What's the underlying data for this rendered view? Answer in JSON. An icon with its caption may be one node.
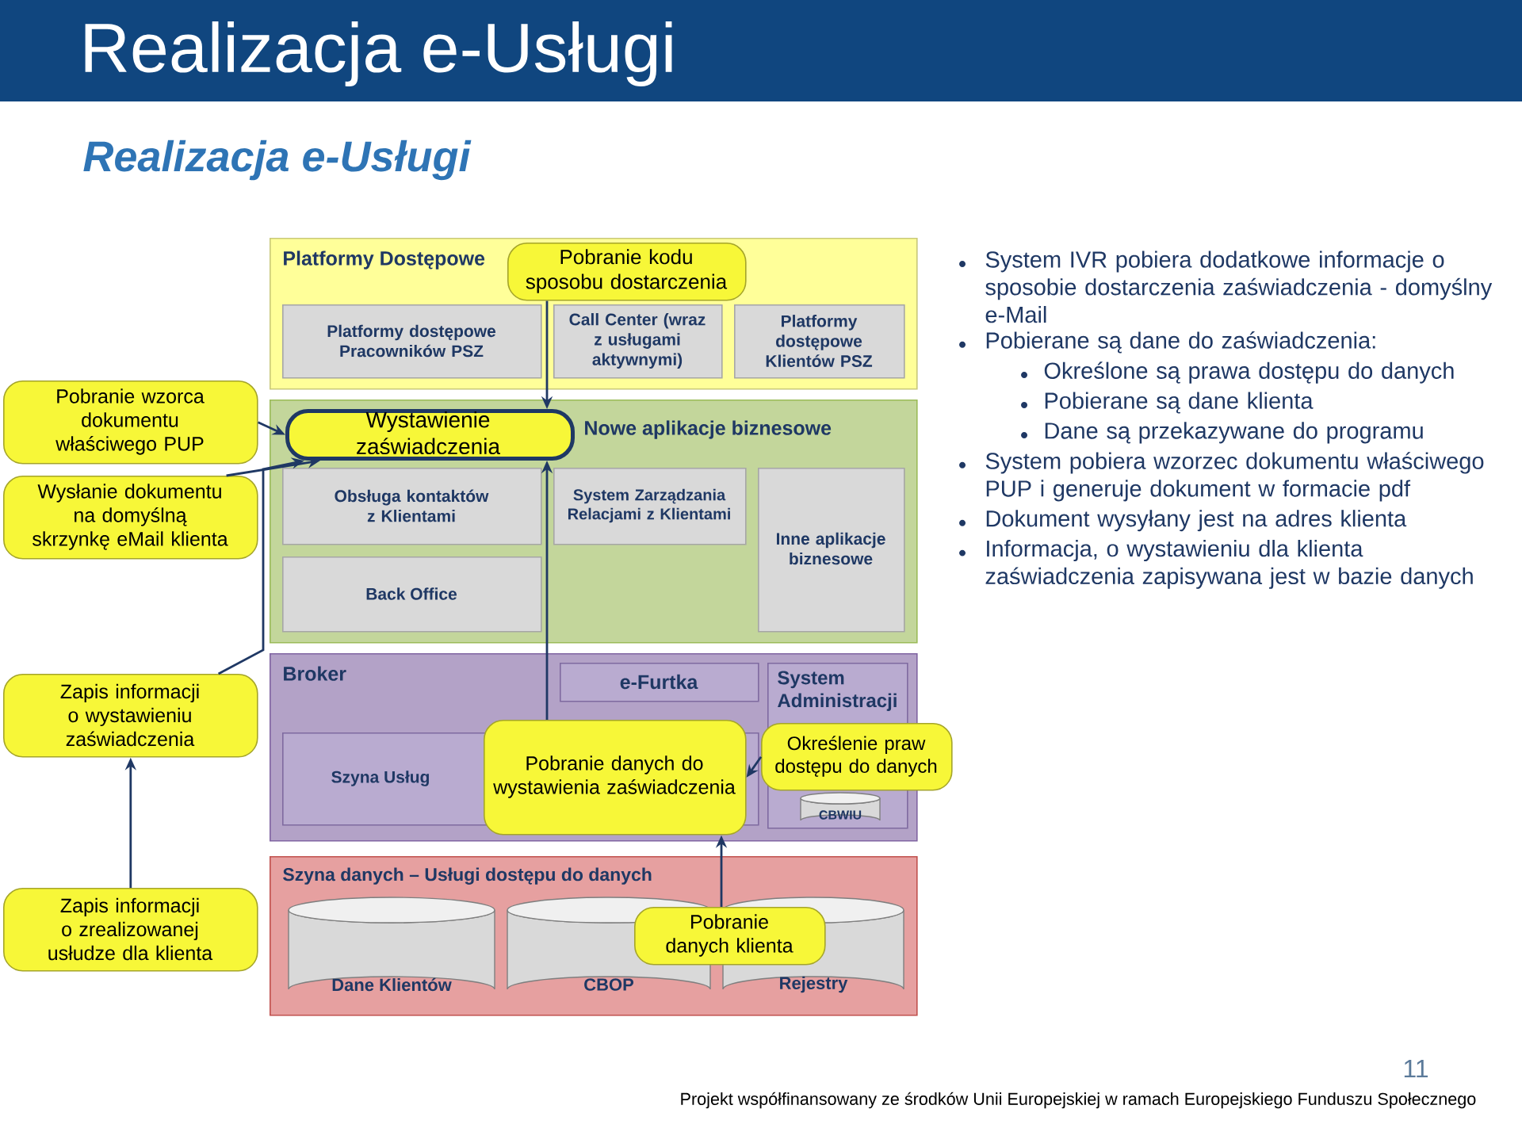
{
  "diagram": {
    "title": "Realizacja e-Usługi",
    "nodes": [
      {
        "text": [
          "Platformy Dostępowe"
        ]
      },
      {
        "text": [
          "Platformy dostępowe Pracowników PSZ"
        ],
        "in": 0
      },
      {
        "text": [
          "Call Center (wraz z usługami aktywnymi)"
        ],
        "in": 0
      },
      {
        "text": [
          "Platformy dostępowe Klientów PSZ"
        ],
        "in": 0
      },
      {
        "text": [
          "Pobranie kodu sposobu dostarczenia"
        ],
        "in": 0
      },
      {
        "text": [
          "Nowe aplikacje biznesowe"
        ]
      },
      {
        "text": [
          "Obsługa kontaktów z Klientami"
        ],
        "in": 5
      },
      {
        "text": [
          "System Zarządzania Relacjami z Klientami"
        ],
        "in": 5
      },
      {
        "text": [
          "Inne aplikacje biznesowe"
        ],
        "in": 5
      },
      {
        "text": [
          "Back Office"
        ],
        "in": 5
      },
      {
        "text": [
          "Wystawienie zaświadczenia"
        ],
        "in": 5
      },
      {
        "text": [
          "Pobranie wzorca dokumentu właściwego PUP"
        ]
      },
      {
        "text": [
          "Wysłanie dokumentu na domyślną skrzynkę eMail klienta"
        ]
      },
      {
        "text": [
          "Broker"
        ]
      },
      {
        "text": [
          "e-Furtka"
        ],
        "in": 13
      },
      {
        "text": [
          "Szyna Usług"
        ],
        "in": 13
      },
      {
        "text": [
          "System Administracji"
        ],
        "in": 13
      },
      {
        "text": [
          "CBWIU"
        ],
        "in": 16
      },
      {
        "text": [
          "Zapis informacji o wystawieniu zaświadczenia"
        ]
      },
      {
        "text": [
          "Pobranie danych do wystawienia zaświadczenia"
        ],
        "in": 13
      },
      {
        "text": [
          "Określenie praw dostępu do danych"
        ]
      },
      {
        "text": [
          "Szyna danych – Usługi dostępu do danych"
        ]
      },
      {
        "text": [
          "Dane Klientów"
        ],
        "in": 21
      },
      {
        "text": [
          "CBOP"
        ],
        "in": 21
      },
      {
        "text": [
          "Rejestry"
        ],
        "in": 21
      },
      {
        "text": [
          "Zapis informacji o zrealizowanej usłudze dla klienta"
        ]
      },
      {
        "text": [
          "Pobranie danych klienta"
        ],
        "in": 21
      }
    ],
    "edges": [
      {
        "from": 4,
        "to": 10,
        "arrow": "to"
      },
      {
        "from": 11,
        "to": 10,
        "arrow": "to"
      },
      {
        "from": 12,
        "to": 10,
        "arrow": "to"
      },
      {
        "from": 18,
        "to": 10,
        "arrow": "to"
      },
      {
        "from": 19,
        "to": 10,
        "arrow": "to"
      },
      {
        "from": 20,
        "to": 19,
        "arrow": "to"
      },
      {
        "from": 25,
        "to": 18,
        "arrow": "to"
      },
      {
        "from": 26,
        "to": 19,
        "arrow": "to"
      }
    ],
    "labels": [
      "Realizacja e-Usługi",
      "System IVR pobiera dodatkowe informacje o sposobie dostarczenia zaświadczenia - domyślny e-Mail",
      "Pobierane są dane do zaświadczenia:",
      "Określone są prawa dostępu do danych",
      "Pobierane są dane klienta",
      "Dane są przekazywane do programu",
      "System pobiera wzorzec dokumentu właściwego PUP i generuje dokument w formacie pdf",
      "Dokument wysyłany jest na adres klienta",
      "Informacja, o wystawieniu dla klienta zaświadczenia zapisywana jest w bazie danych",
      "Projekt współfinansowany ze środków Unii Europejskiej w ramach Europejskiego Funduszu Społecznego",
      "11"
    ]
  }
}
